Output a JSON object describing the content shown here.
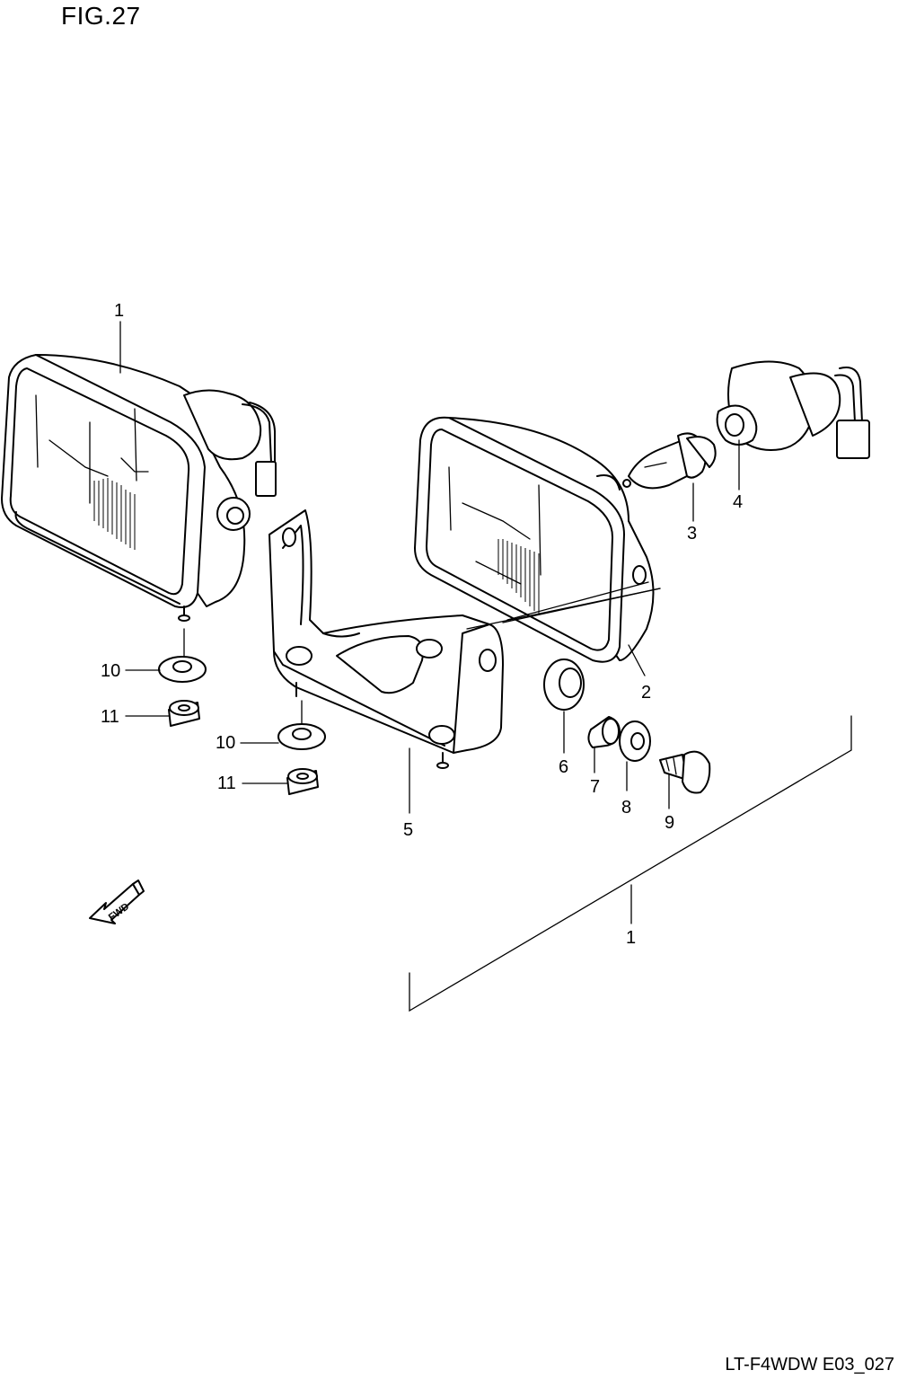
{
  "figure": {
    "title": "FIG.27",
    "drawing_code": "LT-F4WDW E03_027"
  },
  "callouts": {
    "c1_top": "1",
    "c2": "2",
    "c3": "3",
    "c4": "4",
    "c5": "5",
    "c6": "6",
    "c7": "7",
    "c8": "8",
    "c9": "9",
    "c10_left": "10",
    "c11_left": "11",
    "c10_mid": "10",
    "c11_mid": "11",
    "c1_bracket": "1"
  },
  "fwd_arrow": {
    "label": "FWD"
  }
}
